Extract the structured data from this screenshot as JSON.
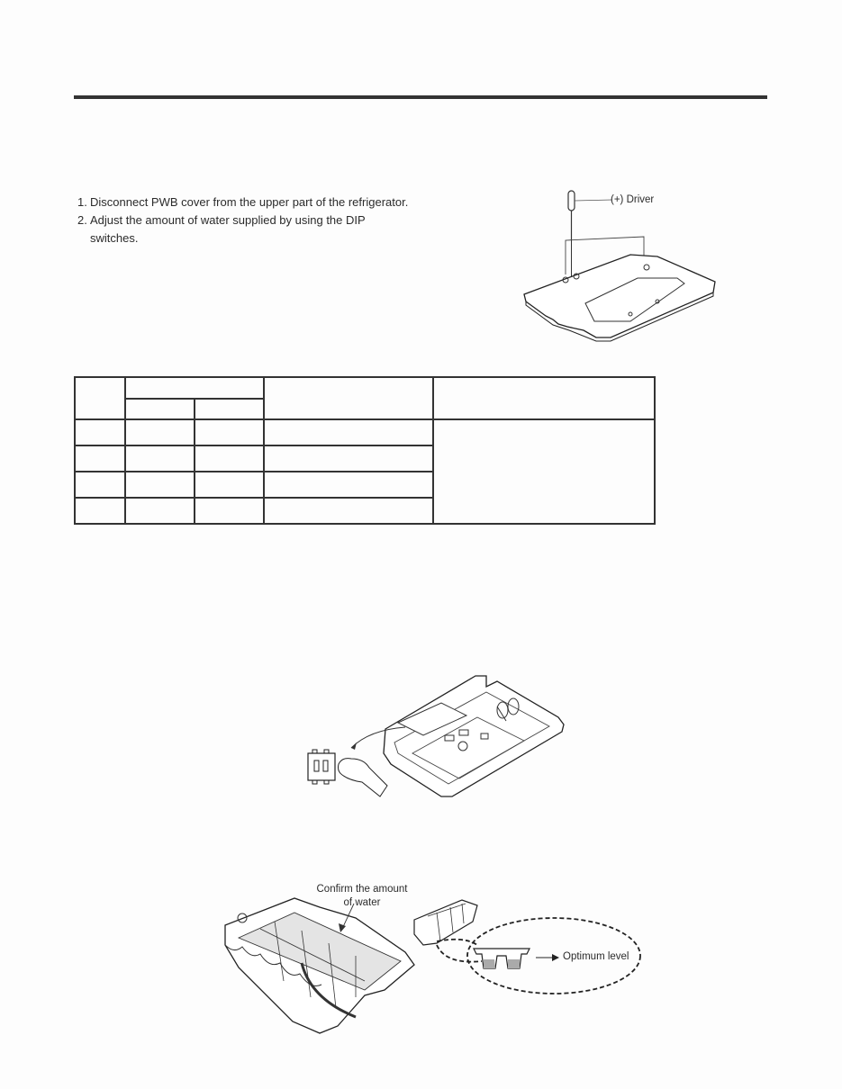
{
  "page": {
    "instructions": [
      {
        "num": "1.",
        "text": "Disconnect PWB cover from the upper part of the refrigerator."
      },
      {
        "num": "2.",
        "text": "Adjust the amount of water supplied by using the DIP switches."
      }
    ]
  },
  "figure_pwb_cover": {
    "driver_label": "(+) Driver"
  },
  "dip_table": {
    "header": {
      "col1": "",
      "group": "",
      "sub1": "",
      "sub2": "",
      "col4": "",
      "col5": ""
    },
    "rows": [
      {
        "c1": "",
        "c2": "",
        "c3": "",
        "c4": ""
      },
      {
        "c1": "",
        "c2": "",
        "c3": "",
        "c4": ""
      },
      {
        "c1": "",
        "c2": "",
        "c3": "",
        "c4": ""
      },
      {
        "c1": "",
        "c2": "",
        "c3": "",
        "c4": ""
      }
    ],
    "merged_note": ""
  },
  "figure_ice_tray": {
    "confirm_label_line1": "Confirm the amount",
    "confirm_label_line2": "of water",
    "optimum_label": "Optimum level"
  }
}
